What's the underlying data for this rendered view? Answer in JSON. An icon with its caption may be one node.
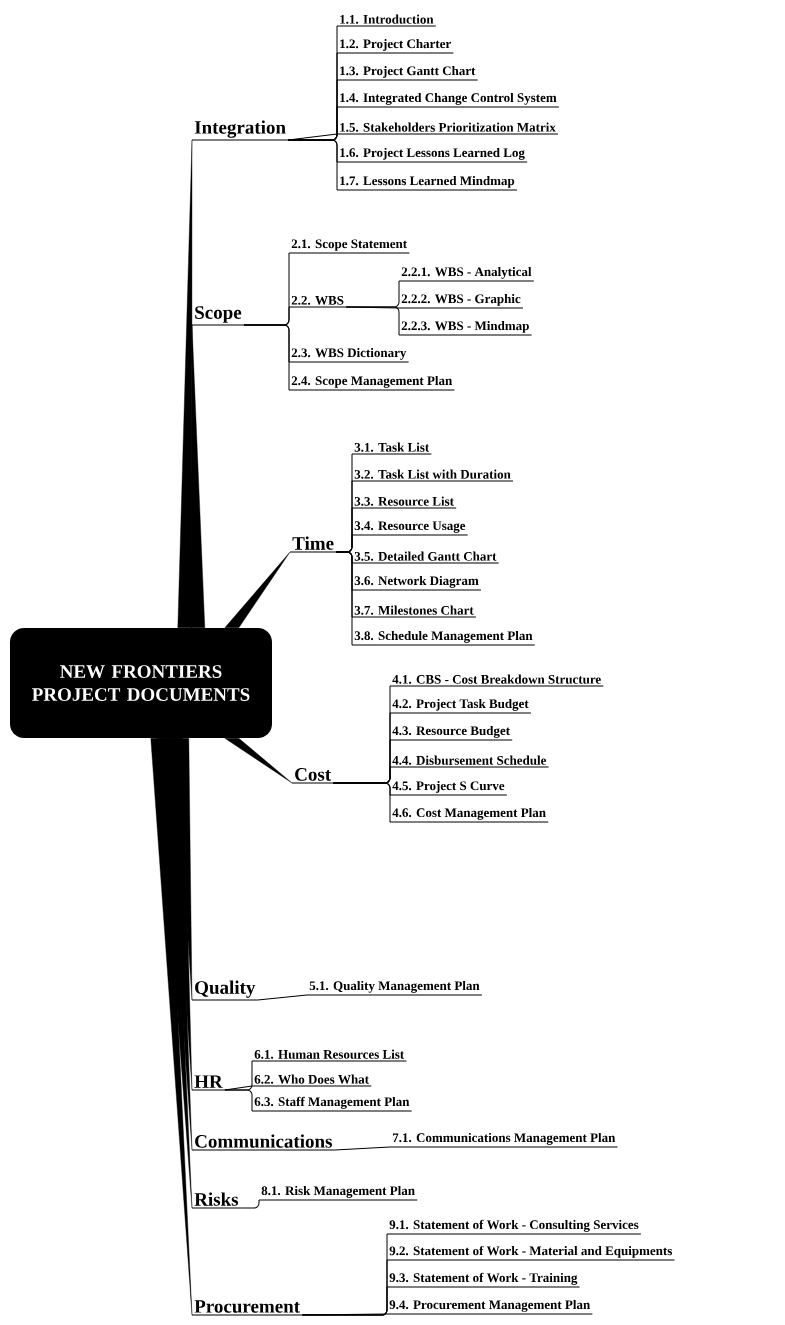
{
  "diagram": {
    "nodes": [
      {
        "text": [
          "NEW FRONTIERS PROJECT DOCUMENTS"
        ]
      },
      {
        "text": [
          "Integration"
        ]
      },
      {
        "text": [
          "1.1. Introduction"
        ]
      },
      {
        "text": [
          "1.2. Project Charter"
        ]
      },
      {
        "text": [
          "1.3. Project Gantt Chart"
        ]
      },
      {
        "text": [
          "1.4. Integrated Change Control System"
        ]
      },
      {
        "text": [
          "1.5. Stakeholders Prioritization Matrix"
        ]
      },
      {
        "text": [
          "1.6. Project Lessons Learned Log"
        ]
      },
      {
        "text": [
          "1.7. Lessons Learned Mindmap"
        ]
      },
      {
        "text": [
          "Scope"
        ]
      },
      {
        "text": [
          "2.1. Scope Statement"
        ]
      },
      {
        "text": [
          "2.2. WBS"
        ]
      },
      {
        "text": [
          "2.2.1. WBS - Analytical"
        ]
      },
      {
        "text": [
          "2.2.2. WBS - Graphic"
        ]
      },
      {
        "text": [
          "2.2.3. WBS - Mindmap"
        ]
      },
      {
        "text": [
          "2.3. WBS Dictionary"
        ]
      },
      {
        "text": [
          "2.4. Scope Management Plan"
        ]
      },
      {
        "text": [
          "Time"
        ]
      },
      {
        "text": [
          "3.1. Task List"
        ]
      },
      {
        "text": [
          "3.2. Task List with Duration"
        ]
      },
      {
        "text": [
          "3.3. Resource List"
        ]
      },
      {
        "text": [
          "3.4. Resource Usage"
        ]
      },
      {
        "text": [
          "3.5. Detailed Gantt Chart"
        ]
      },
      {
        "text": [
          "3.6. Network Diagram"
        ]
      },
      {
        "text": [
          "3.7. Milestones Chart"
        ]
      },
      {
        "text": [
          "3.8. Schedule Management Plan"
        ]
      },
      {
        "text": [
          "Cost"
        ]
      },
      {
        "text": [
          "4.1. CBS - Cost Breakdown Structure"
        ]
      },
      {
        "text": [
          "4.2. Project Task Budget"
        ]
      },
      {
        "text": [
          "4.3. Resource Budget"
        ]
      },
      {
        "text": [
          "4.4. Disbursement Schedule"
        ]
      },
      {
        "text": [
          "4.5. Project S Curve"
        ]
      },
      {
        "text": [
          "4.6. Cost Management Plan"
        ]
      },
      {
        "text": [
          "Quality"
        ]
      },
      {
        "text": [
          "5.1. Quality Management Plan"
        ]
      },
      {
        "text": [
          "HR"
        ]
      },
      {
        "text": [
          "6.1. Human Resources List"
        ]
      },
      {
        "text": [
          "6.2. Who Does What"
        ]
      },
      {
        "text": [
          "6.3. Staff Management Plan"
        ]
      },
      {
        "text": [
          "Communications"
        ]
      },
      {
        "text": [
          "7.1. Communications Management Plan"
        ]
      },
      {
        "text": [
          "Risks"
        ]
      },
      {
        "text": [
          "8.1. Risk Management Plan"
        ]
      },
      {
        "text": [
          "Procurement"
        ]
      },
      {
        "text": [
          "9.1. Statement of Work - Consulting Services"
        ]
      },
      {
        "text": [
          "9.2. Statement of Work - Material and Equipments"
        ]
      },
      {
        "text": [
          "9.3. Statement of Work - Training"
        ]
      },
      {
        "text": [
          "9.4. Procurement Management Plan"
        ]
      }
    ],
    "edges": [
      {
        "from": 0,
        "to": 1,
        "arrow": "none",
        "style": "thick"
      },
      {
        "from": 1,
        "to": 2,
        "arrow": "none"
      },
      {
        "from": 1,
        "to": 3,
        "arrow": "none"
      },
      {
        "from": 1,
        "to": 4,
        "arrow": "none"
      },
      {
        "from": 1,
        "to": 5,
        "arrow": "none"
      },
      {
        "from": 1,
        "to": 6,
        "arrow": "none"
      },
      {
        "from": 1,
        "to": 7,
        "arrow": "none"
      },
      {
        "from": 1,
        "to": 8,
        "arrow": "none"
      },
      {
        "from": 0,
        "to": 9,
        "arrow": "none",
        "style": "thick"
      },
      {
        "from": 9,
        "to": 10,
        "arrow": "none"
      },
      {
        "from": 9,
        "to": 11,
        "arrow": "none"
      },
      {
        "from": 11,
        "to": 12,
        "arrow": "none"
      },
      {
        "from": 11,
        "to": 13,
        "arrow": "none"
      },
      {
        "from": 11,
        "to": 14,
        "arrow": "none"
      },
      {
        "from": 9,
        "to": 15,
        "arrow": "none"
      },
      {
        "from": 9,
        "to": 16,
        "arrow": "none"
      },
      {
        "from": 0,
        "to": 17,
        "arrow": "none",
        "style": "thick"
      },
      {
        "from": 17,
        "to": 18,
        "arrow": "none"
      },
      {
        "from": 17,
        "to": 19,
        "arrow": "none"
      },
      {
        "from": 17,
        "to": 20,
        "arrow": "none"
      },
      {
        "from": 17,
        "to": 21,
        "arrow": "none"
      },
      {
        "from": 17,
        "to": 22,
        "arrow": "none"
      },
      {
        "from": 17,
        "to": 23,
        "arrow": "none"
      },
      {
        "from": 17,
        "to": 24,
        "arrow": "none"
      },
      {
        "from": 17,
        "to": 25,
        "arrow": "none"
      },
      {
        "from": 0,
        "to": 26,
        "arrow": "none",
        "style": "thick"
      },
      {
        "from": 26,
        "to": 27,
        "arrow": "none"
      },
      {
        "from": 26,
        "to": 28,
        "arrow": "none"
      },
      {
        "from": 26,
        "to": 29,
        "arrow": "none"
      },
      {
        "from": 26,
        "to": 30,
        "arrow": "none"
      },
      {
        "from": 26,
        "to": 31,
        "arrow": "none"
      },
      {
        "from": 26,
        "to": 32,
        "arrow": "none"
      },
      {
        "from": 0,
        "to": 33,
        "arrow": "none",
        "style": "thick"
      },
      {
        "from": 33,
        "to": 34,
        "arrow": "none"
      },
      {
        "from": 0,
        "to": 35,
        "arrow": "none",
        "style": "thick"
      },
      {
        "from": 35,
        "to": 36,
        "arrow": "none"
      },
      {
        "from": 35,
        "to": 37,
        "arrow": "none"
      },
      {
        "from": 35,
        "to": 38,
        "arrow": "none"
      },
      {
        "from": 0,
        "to": 39,
        "arrow": "none",
        "style": "thick"
      },
      {
        "from": 39,
        "to": 40,
        "arrow": "none"
      },
      {
        "from": 0,
        "to": 41,
        "arrow": "none",
        "style": "thick"
      },
      {
        "from": 41,
        "to": 42,
        "arrow": "none"
      },
      {
        "from": 0,
        "to": 43,
        "arrow": "none",
        "style": "thick"
      },
      {
        "from": 43,
        "to": 44,
        "arrow": "none"
      },
      {
        "from": 43,
        "to": 45,
        "arrow": "none"
      },
      {
        "from": 43,
        "to": 46,
        "arrow": "none"
      },
      {
        "from": 43,
        "to": 47,
        "arrow": "none"
      }
    ]
  }
}
